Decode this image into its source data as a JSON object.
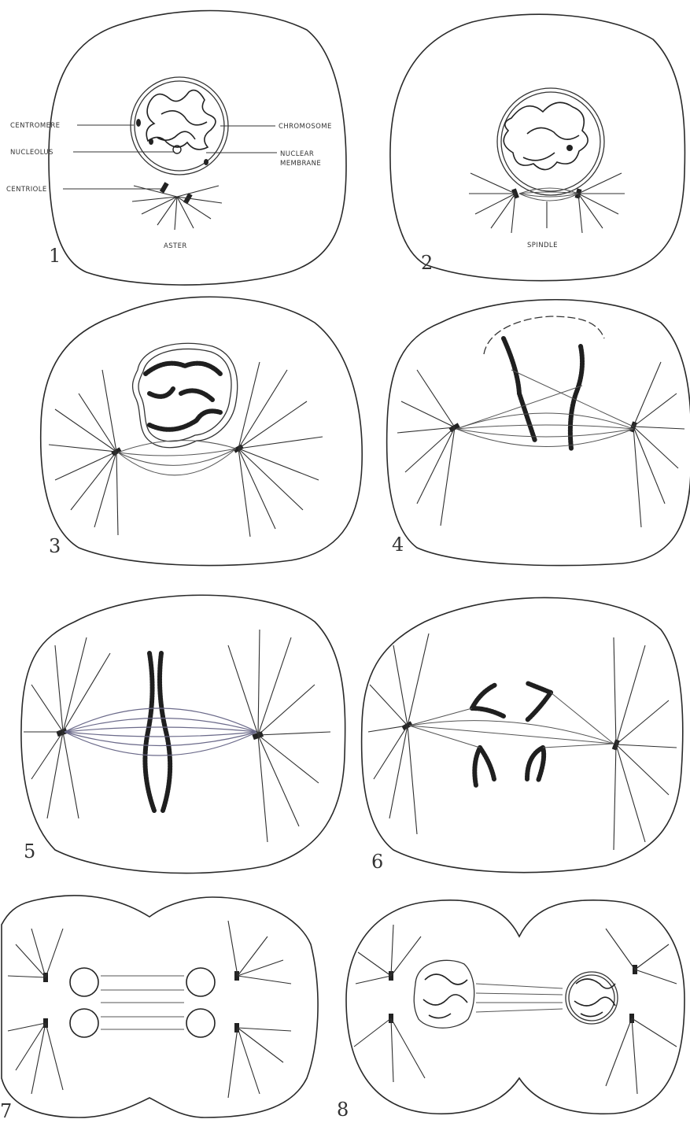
{
  "panels": [
    {
      "number": "1"
    },
    {
      "number": "2"
    },
    {
      "number": "3"
    },
    {
      "number": "4"
    },
    {
      "number": "5"
    },
    {
      "number": "6"
    },
    {
      "number": "7"
    },
    {
      "number": "8"
    }
  ],
  "labels": {
    "centromere": "CENTROMERE",
    "nucleolus": "NUCLEOLUS",
    "centriole": "CENTRIOLE",
    "chromosome": "CHROMOSOME",
    "nuclear_membrane_1": "NUCLEAR",
    "nuclear_membrane_2": "MEMBRANE",
    "aster": "ASTER",
    "spindle": "SPINDLE"
  }
}
